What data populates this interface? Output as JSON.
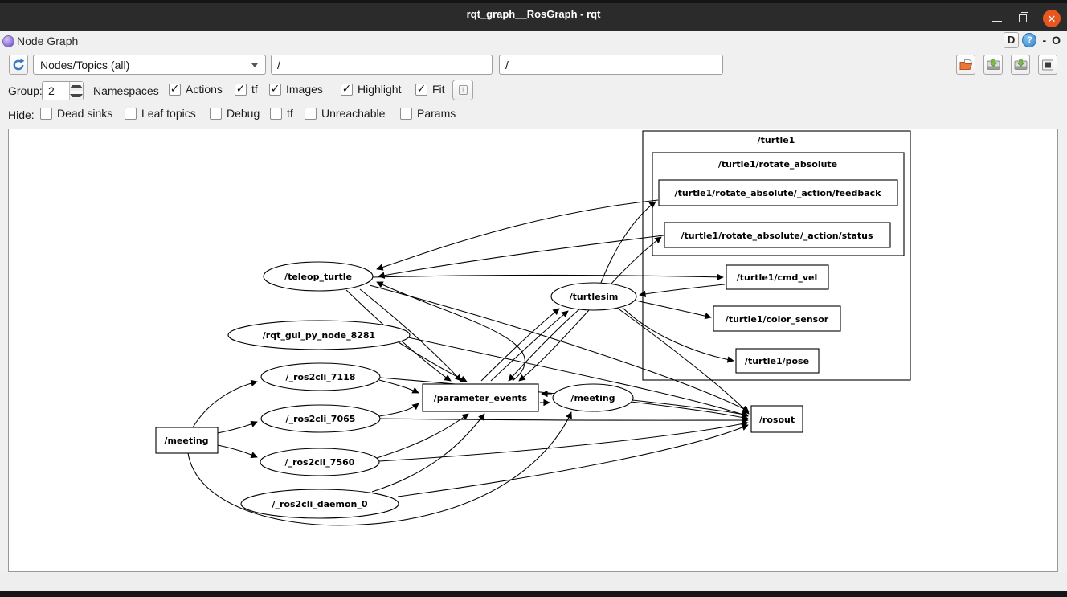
{
  "window": {
    "title": "rqt_graph__RosGraph - rqt"
  },
  "panel": {
    "title": "Node Graph",
    "detach": "D",
    "help": "?",
    "minimize": "-",
    "float": "O"
  },
  "toolbar": {
    "graph_type_value": "Nodes/Topics (all)",
    "node_filter_value": "/",
    "topic_filter_value": "/"
  },
  "filters": {
    "group_label": "Group:",
    "group_value": "2",
    "namespaces_label": "Namespaces",
    "group_checks": [
      {
        "label": "Actions",
        "checked": true
      },
      {
        "label": "tf",
        "checked": true
      },
      {
        "label": "Images",
        "checked": true
      }
    ],
    "view_checks": [
      {
        "label": "Highlight",
        "checked": true
      },
      {
        "label": "Fit",
        "checked": true
      }
    ],
    "hide_label": "Hide:",
    "hide_checks": [
      {
        "label": "Dead sinks",
        "checked": false
      },
      {
        "label": "Leaf topics",
        "checked": false
      },
      {
        "label": "Debug",
        "checked": false
      },
      {
        "label": "tf",
        "checked": false
      },
      {
        "label": "Unreachable",
        "checked": false
      },
      {
        "label": "Params",
        "checked": false
      }
    ]
  },
  "graph": {
    "clusters": [
      {
        "label": "/turtle1"
      },
      {
        "label": "/turtle1/rotate_absolute"
      }
    ],
    "nodes": [
      {
        "label": "/teleop_turtle"
      },
      {
        "label": "/turtlesim"
      },
      {
        "label": "/rqt_gui_py_node_8281"
      },
      {
        "label": "/_ros2cli_7118"
      },
      {
        "label": "/_ros2cli_7065"
      },
      {
        "label": "/_ros2cli_7560"
      },
      {
        "label": "/_ros2cli_daemon_0"
      },
      {
        "label": "/meeting"
      }
    ],
    "topics": [
      {
        "label": "/meeting"
      },
      {
        "label": "/parameter_events"
      },
      {
        "label": "/rosout"
      },
      {
        "label": "/turtle1/rotate_absolute/_action/feedback"
      },
      {
        "label": "/turtle1/rotate_absolute/_action/status"
      },
      {
        "label": "/turtle1/cmd_vel"
      },
      {
        "label": "/turtle1/color_sensor"
      },
      {
        "label": "/turtle1/pose"
      }
    ]
  },
  "colors": {
    "titlebar": "#2b2b2b",
    "close_button": "#e8571f",
    "help_badge": "#3a87cf",
    "refresh_icon": "#3a79bd",
    "folder_icon": "#e8793a",
    "save_arrow": "#79c143",
    "canvas_bg": "#ffffff"
  }
}
